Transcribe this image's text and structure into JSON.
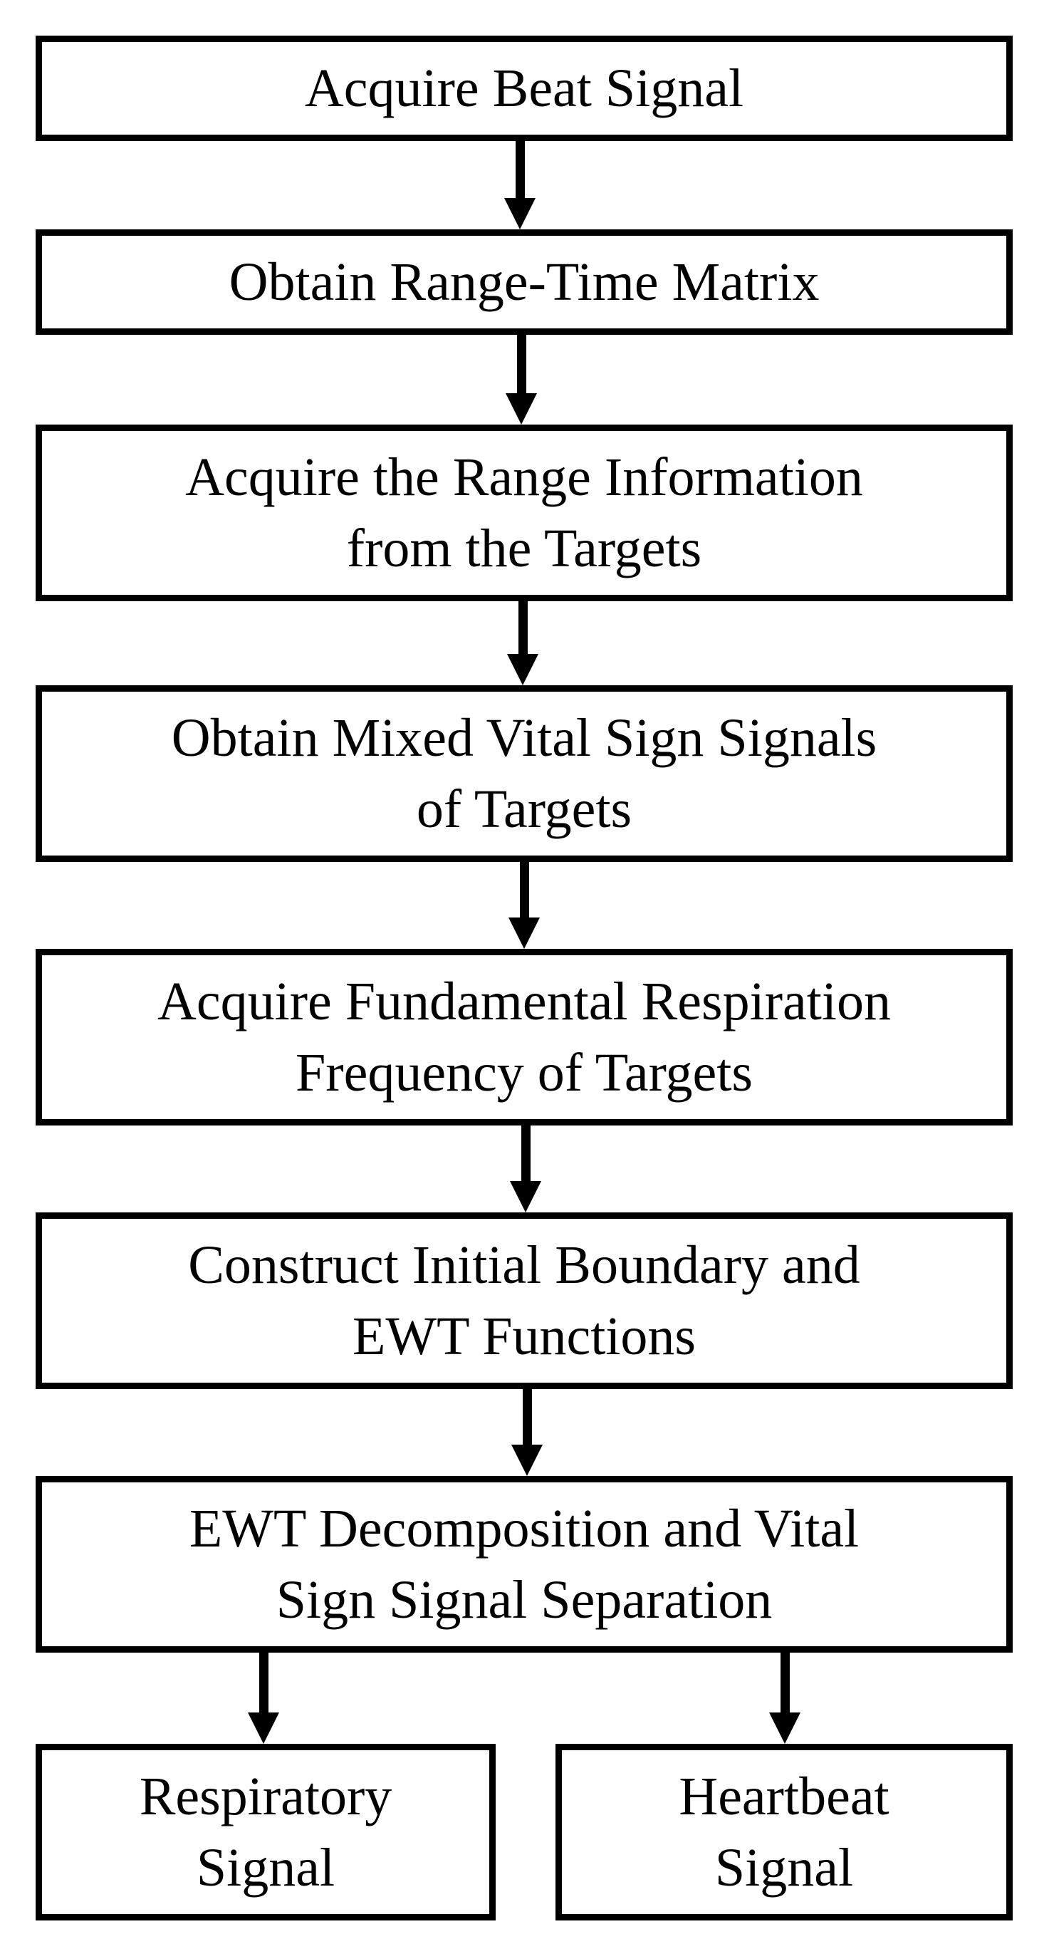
{
  "steps": [
    {
      "lines": [
        "Acquire Beat Signal"
      ]
    },
    {
      "lines": [
        "Obtain Range-Time Matrix"
      ]
    },
    {
      "lines": [
        "Acquire the Range Information",
        "from the Targets"
      ]
    },
    {
      "lines": [
        "Obtain Mixed Vital Sign Signals",
        "of Targets"
      ]
    },
    {
      "lines": [
        "Acquire Fundamental Respiration",
        "Frequency of Targets"
      ]
    },
    {
      "lines": [
        "Construct Initial Boundary and",
        "EWT Functions"
      ]
    },
    {
      "lines": [
        "EWT Decomposition and Vital",
        "Sign Signal Separation"
      ]
    }
  ],
  "outputs": {
    "respiratory": {
      "lines": [
        "Respiratory",
        "Signal"
      ]
    },
    "heartbeat": {
      "lines": [
        "Heartbeat",
        "Signal"
      ]
    }
  },
  "colors": {
    "stroke": "#000000",
    "fill": "#ffffff"
  }
}
